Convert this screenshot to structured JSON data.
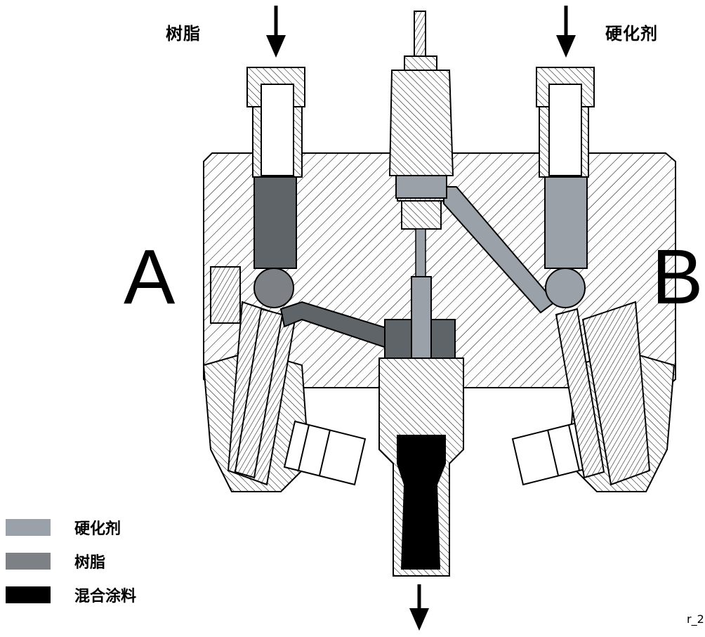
{
  "inlet_labels": {
    "resin": "树脂",
    "hardener": "硬化剂"
  },
  "side_labels": {
    "left": "A",
    "right": "B"
  },
  "legend": [
    {
      "label": "硬化剂",
      "color": "#9aa1a8"
    },
    {
      "label": "树脂",
      "color": "#7d8186"
    },
    {
      "label": "混合涂料",
      "color": "#000000"
    }
  ],
  "reference_code": "r_2",
  "colors": {
    "hardener_fill": "#9aa1a8",
    "resin_fill": "#5f6469",
    "mixed_fill": "#000000",
    "body_hatch": "#000000"
  }
}
